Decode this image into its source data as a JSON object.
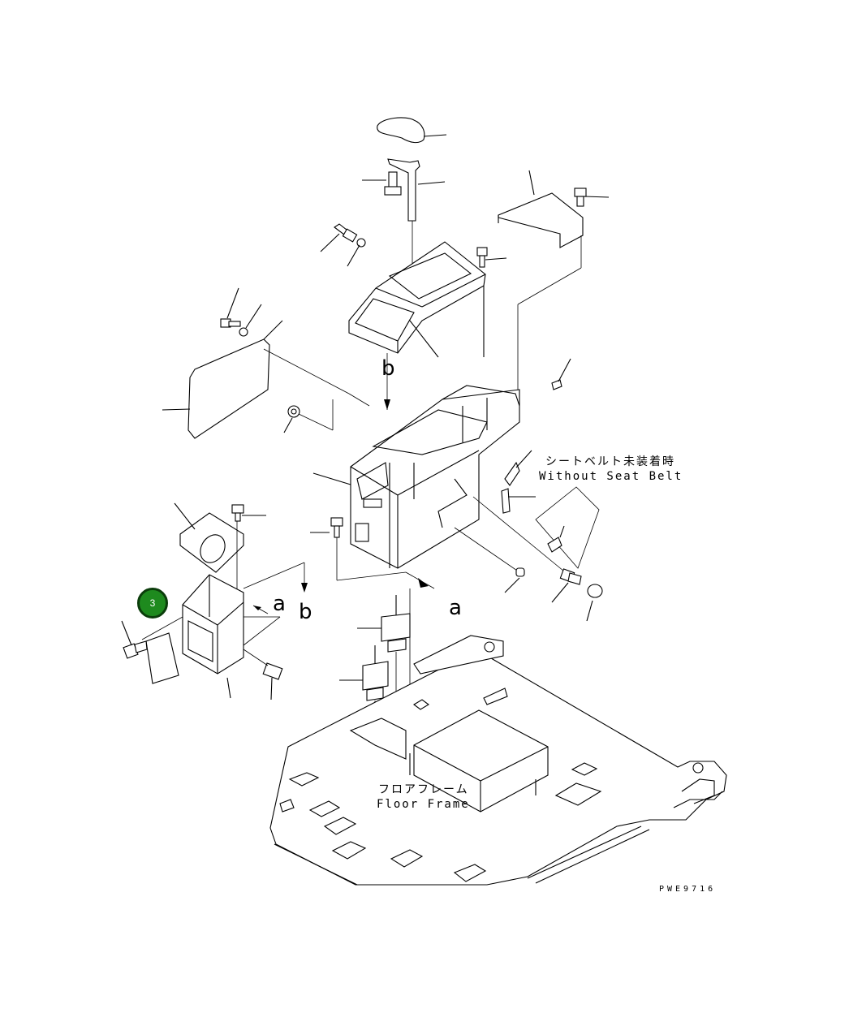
{
  "labels": {
    "seat_belt_jp": "シートベルト未装着時",
    "seat_belt_en": "Without Seat Belt",
    "floor_frame_jp": "フロアフレーム",
    "floor_frame_en": "Floor Frame",
    "ref_a1": "a",
    "ref_a2": "a",
    "ref_b1": "b",
    "ref_b2": "b",
    "drawing_code": "PWE9716"
  },
  "callout": {
    "number": "3",
    "color": "#1e8a1e"
  }
}
